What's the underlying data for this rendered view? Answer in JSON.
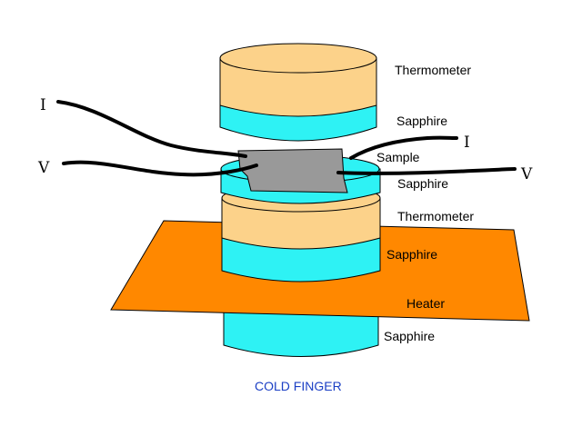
{
  "labels": {
    "thermometer_top": "Thermometer",
    "sapphire_top": "Sapphire",
    "sample": "Sample",
    "sapphire_mid": "Sapphire",
    "thermometer_bottom": "Thermometer",
    "sapphire_lower": "Sapphire",
    "heater": "Heater",
    "sapphire_bottom": "Sapphire",
    "cold_finger": "COLD FINGER"
  },
  "wire_labels": {
    "current_left": "I",
    "current_right": "I",
    "voltage_left": "V",
    "voltage_right": "V"
  },
  "colors": {
    "thermometer": "#fcd28a",
    "sapphire": "#2ef2f4",
    "sample": "#999999",
    "heater": "#ff8800",
    "outline": "#000000",
    "wire": "#000000",
    "cold_finger_text": "#1b3fc4"
  }
}
